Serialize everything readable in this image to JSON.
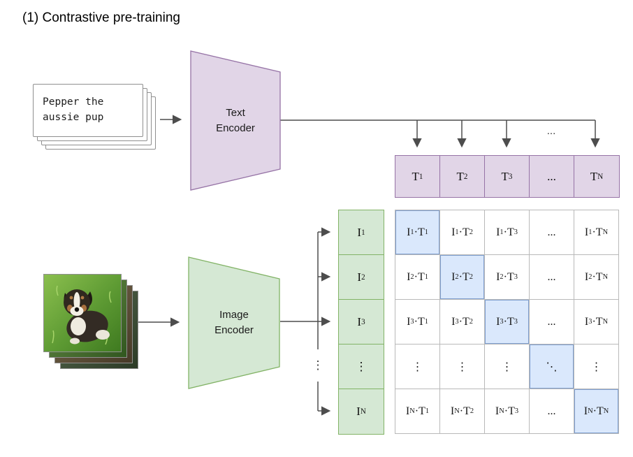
{
  "title": "(1) Contrastive pre-training",
  "colors": {
    "purple_fill": "#E1D5E7",
    "purple_stroke": "#9673A6",
    "green_fill": "#D5E8D4",
    "green_stroke": "#82B366",
    "blue_fill": "#DAE8FC",
    "blue_stroke": "#7F9FD0",
    "grid_stroke": "#B9B9B9",
    "arrow": "#4D4D4D"
  },
  "text_input": {
    "line1": "Pepper the",
    "line2": "aussie pup"
  },
  "text_encoder": {
    "line1": "Text",
    "line2": "Encoder"
  },
  "image_encoder": {
    "line1": "Image",
    "line2": "Encoder"
  },
  "dots": {
    "horizontal": "...",
    "vertical": "⋮",
    "diagonal": "⋱"
  },
  "text_embeddings": [
    "T_1",
    "T_2",
    "T_3",
    "...",
    "T_N"
  ],
  "image_embeddings": [
    "I_1",
    "I_2",
    "I_3",
    "⋮",
    "I_N"
  ],
  "matrix": {
    "diagonal_highlighted": true,
    "rows": [
      [
        "I_1·T_1",
        "I_1·T_2",
        "I_1·T_3",
        "...",
        "I_1·T_N"
      ],
      [
        "I_2·T_1",
        "I_2·T_2",
        "I_2·T_3",
        "...",
        "I_2·T_N"
      ],
      [
        "I_3·T_1",
        "I_3·T_2",
        "I_3·T_3",
        "...",
        "I_3·T_N"
      ],
      [
        "⋮",
        "⋮",
        "⋮",
        "⋱",
        "⋮"
      ],
      [
        "I_N·T_1",
        "I_N·T_2",
        "I_N·T_3",
        "...",
        "I_N·T_N"
      ]
    ]
  }
}
